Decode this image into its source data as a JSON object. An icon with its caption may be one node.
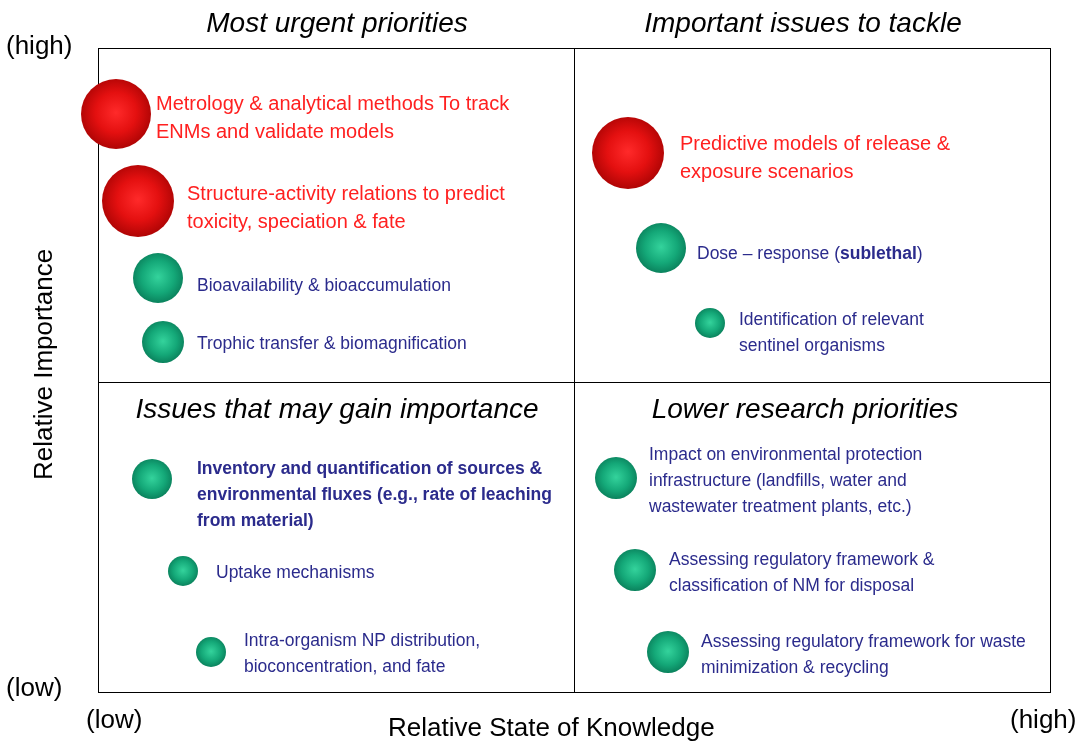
{
  "diagram": {
    "nodes": [
      {
        "text": [
          "Most urgent priorities"
        ]
      },
      {
        "text": [],
        "shape": "circle",
        "in": 0,
        "beside": [
          "Metrology & analytical methods To track ENMs and validate models"
        ]
      },
      {
        "text": [],
        "shape": "circle",
        "in": 0,
        "beside": [
          "Structure-activity relations  to predict toxicity, speciation & fate"
        ]
      },
      {
        "text": [],
        "shape": "circle",
        "in": 0,
        "beside": [
          "Bioavailability & bioaccumulation"
        ]
      },
      {
        "text": [],
        "shape": "circle",
        "in": 0,
        "beside": [
          "Trophic transfer & biomagnification"
        ]
      },
      {
        "text": [
          "Important issues to tackle"
        ]
      },
      {
        "text": [],
        "shape": "circle",
        "in": 5,
        "beside": [
          "Predictive models of release & exposure scenarios"
        ]
      },
      {
        "text": [],
        "shape": "circle",
        "in": 5,
        "beside": [
          "Dose – response (**sublethal**)"
        ]
      },
      {
        "text": [],
        "shape": "circle",
        "in": 5,
        "beside": [
          "Identification of relevant sentinel organisms"
        ]
      },
      {
        "text": [
          "Issues that may gain importance"
        ]
      },
      {
        "text": [],
        "shape": "circle",
        "in": 9,
        "beside": [
          "Inventory and quantification of sources & environmental fluxes (e.g., rate of leaching from material)"
        ]
      },
      {
        "text": [],
        "shape": "circle",
        "in": 9,
        "beside": [
          "Uptake mechanisms"
        ]
      },
      {
        "text": [],
        "shape": "circle",
        "in": 9,
        "beside": [
          "Intra-organism NP distribution, bioconcentration, and fate"
        ]
      },
      {
        "text": [
          "Lower research priorities"
        ]
      },
      {
        "text": [],
        "shape": "circle",
        "in": 13,
        "beside": [
          "Impact on environmental protection infrastructure (landfills, water and wastewater treatment plants, etc.)"
        ]
      },
      {
        "text": [],
        "shape": "circle",
        "in": 13,
        "beside": [
          "Assessing regulatory framework & classification of NM for disposal"
        ]
      },
      {
        "text": [],
        "shape": "circle",
        "in": 13,
        "beside": [
          "Assessing regulatory framework for  waste minimization & recycling"
        ]
      }
    ],
    "labels": [
      "(high)",
      "Relative Importance",
      "(low)",
      "(low)",
      "Relative State of Knowledge",
      "(high)"
    ]
  }
}
